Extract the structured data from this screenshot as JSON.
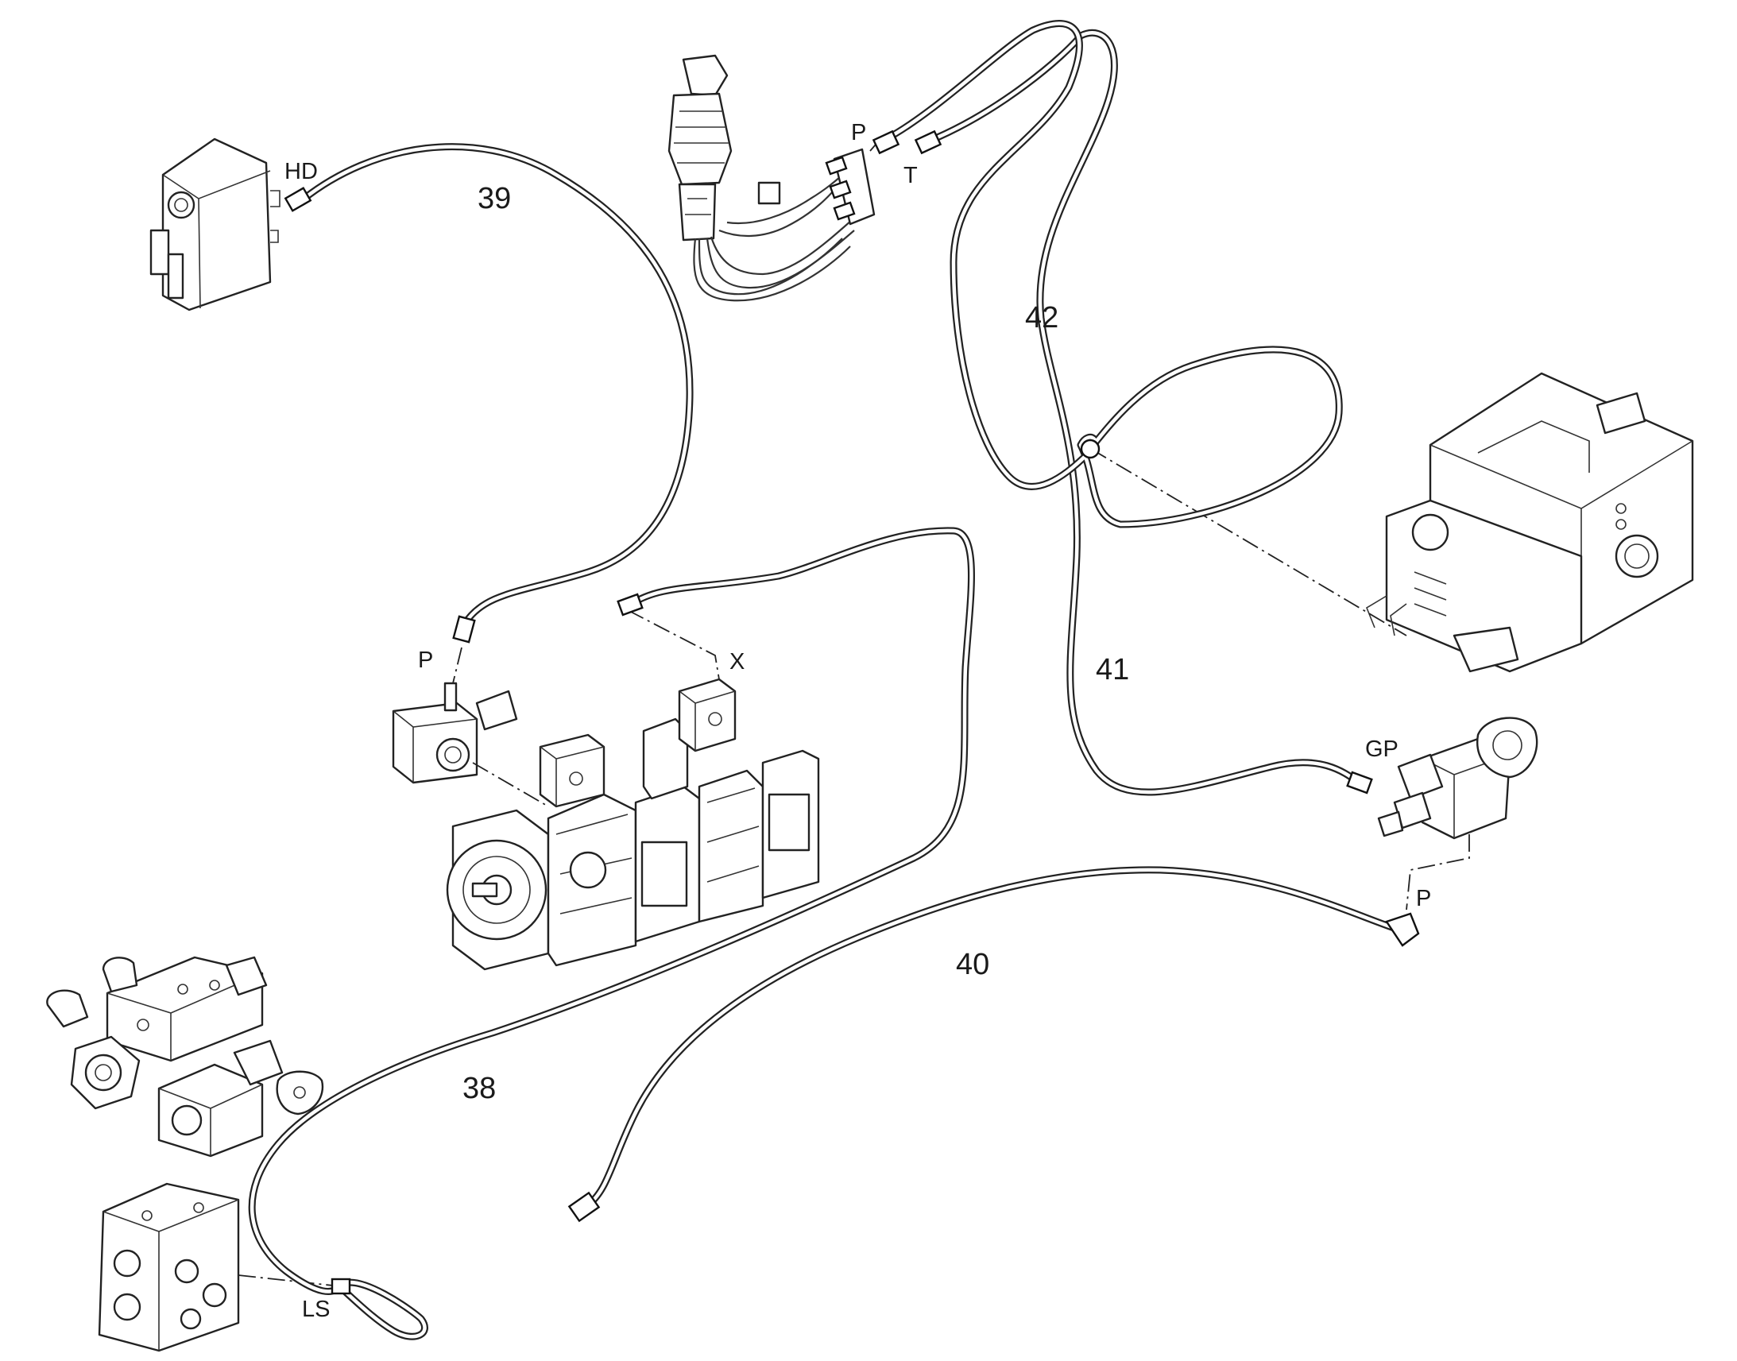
{
  "hose_callouts": [
    {
      "id": "h38",
      "text": "38"
    },
    {
      "id": "h39",
      "text": "39"
    },
    {
      "id": "h40",
      "text": "40"
    },
    {
      "id": "h41",
      "text": "41"
    },
    {
      "id": "h42",
      "text": "42"
    }
  ],
  "port_labels": {
    "hd": "HD",
    "p_joystick": "P",
    "t_joystick": "T",
    "p_block": "P",
    "x_pump": "X",
    "gp": "GP",
    "p_valve": "P",
    "ls": "LS"
  }
}
